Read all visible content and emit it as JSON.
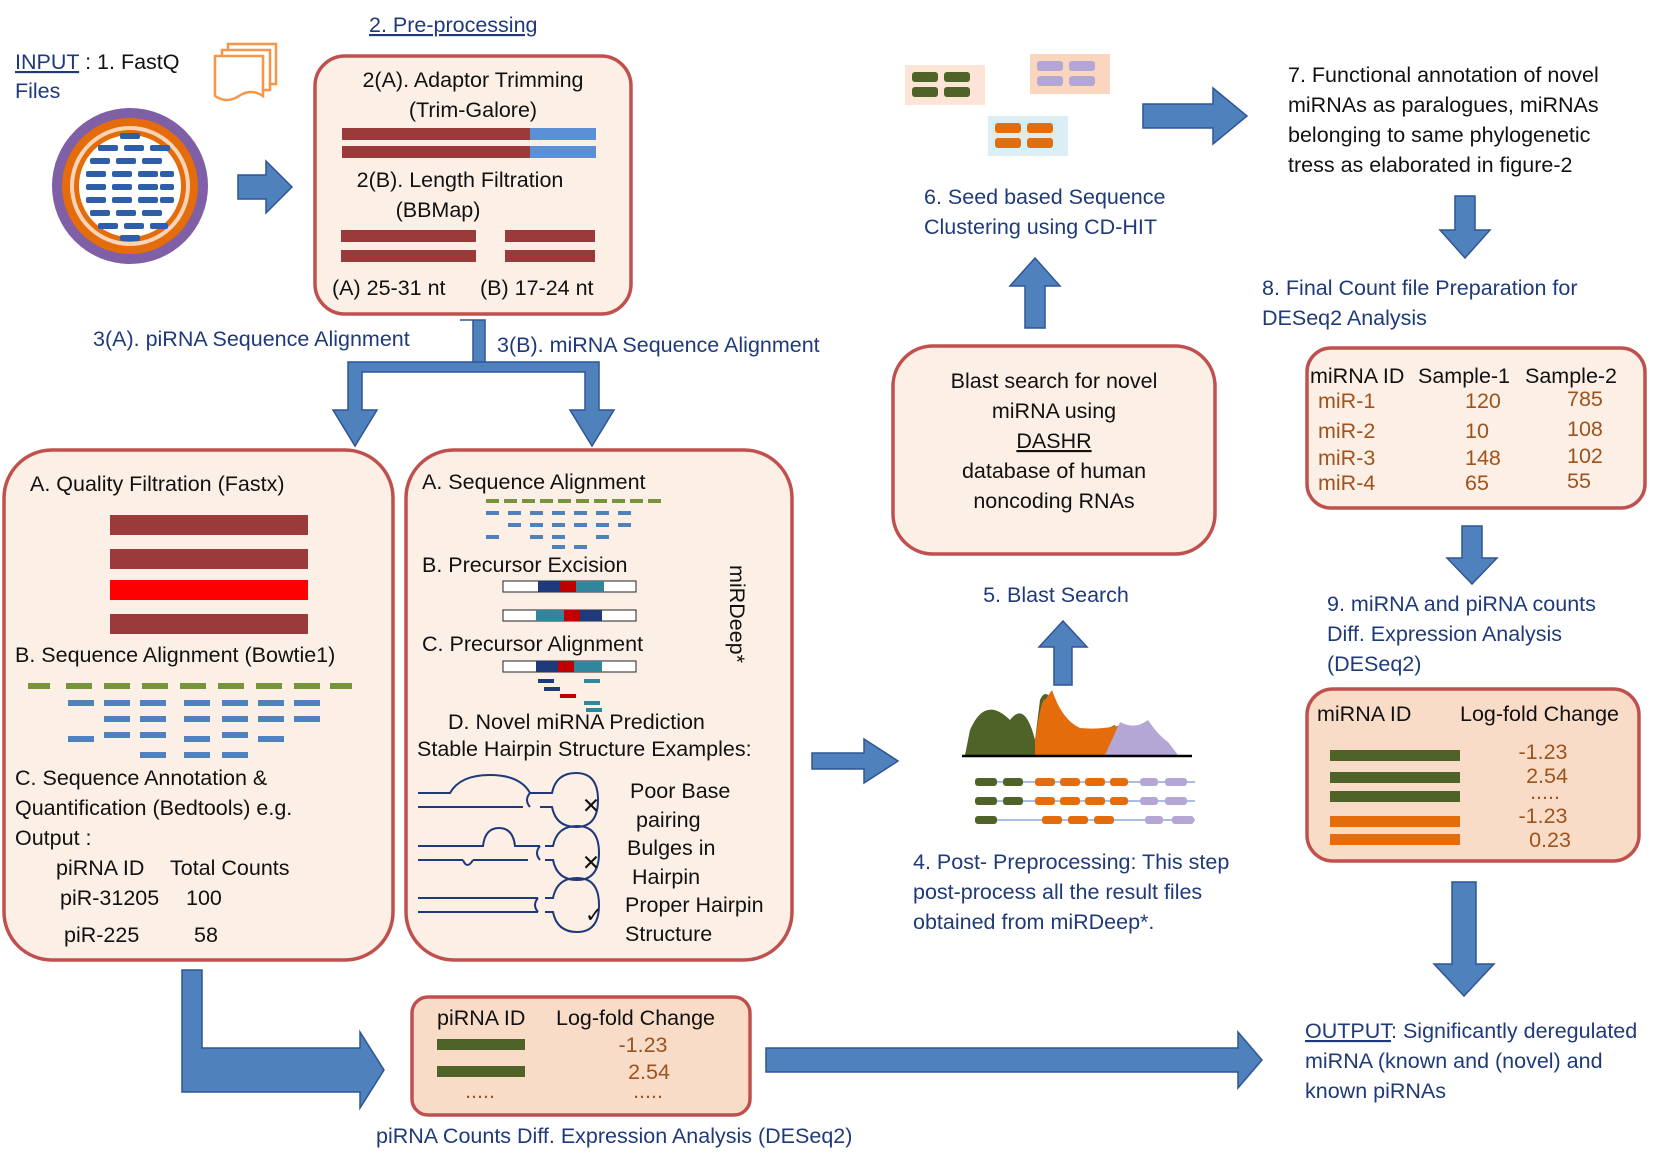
{
  "colors": {
    "box_border": "#c0504d",
    "box_fill": "#fcefe6",
    "arrow": "#4f81bd",
    "read_dark": "#9b3a3a",
    "read_bright": "#ff0000",
    "adaptor": "#5b8fd6",
    "olive": "#4f6228",
    "orange": "#e46c0a",
    "lavender": "#b4a7d6",
    "label_blue": "#1f3a7a",
    "value_brown": "#a0521b"
  },
  "input": {
    "label_underlined": "INPUT",
    "label_rest": ": 1. FastQ",
    "label_line2": "Files",
    "file_icon": "stacked-files-icon",
    "cell_icon": "sequencing-flowcell-icon"
  },
  "preprocessing": {
    "title": "2. Pre-processing",
    "trim_line1": "2(A). Adaptor Trimming",
    "trim_line2": "(Trim-Galore)",
    "filter_line1": "2(B). Length Filtration",
    "filter_line2": "(BBMap)",
    "range_a": "(A) 25-31 nt",
    "range_b": "(B) 17-24 nt"
  },
  "branches": {
    "pirna": "3(A). piRNA Sequence Alignment",
    "mirna": "3(B). miRNA Sequence Alignment"
  },
  "pirna_box": {
    "quality": "A. Quality Filtration (Fastx)",
    "alignment": "B. Sequence Alignment (Bowtie1)",
    "annot_line1": "C. Sequence Annotation &",
    "annot_line2": "Quantification (Bedtools) e.g.",
    "annot_line3": "Output :",
    "col_id": "piRNA ID",
    "col_counts": "Total Counts",
    "rows": [
      {
        "id": "piR-31205",
        "count": "100"
      },
      {
        "id": "piR-225",
        "count": "58"
      }
    ]
  },
  "mirna_box": {
    "seq_align": "A. Sequence Alignment",
    "excision": "B. Precursor Excision",
    "prec_align": "C. Precursor Alignment",
    "novel": "D. Novel miRNA Prediction",
    "hairpin_title": "Stable Hairpin Structure Examples:",
    "tool": "miRDeep*",
    "ex1_line1": "Poor Base",
    "ex1_line2": "pairing",
    "ex2_line1": "Bulges in",
    "ex2_line2": "Hairpin",
    "ex3_line1": "Proper Hairpin",
    "ex3_line2": "Structure",
    "cross_symbol": "✕",
    "check_symbol": "✓"
  },
  "pirna_de": {
    "col_id": "piRNA ID",
    "col_lfc": "Log-fold Change",
    "values": [
      "-1.23",
      "2.54",
      "....."
    ],
    "id_dots": ".....",
    "caption": "piRNA Counts Diff. Expression Analysis (DESeq2)"
  },
  "post": {
    "line1": "4. Post- Preprocessing: This step",
    "line2": "post-process all the result files",
    "line3": "obtained from miRDeep*."
  },
  "blast": {
    "label": "5. Blast Search",
    "box_line1": "Blast search for novel",
    "box_line2": "miRNA  using",
    "box_line3": "DASHR",
    "box_line4": "database of  human",
    "box_line5": "noncoding RNAs"
  },
  "cluster": {
    "line1": "6. Seed based Sequence",
    "line2": "Clustering using CD-HIT"
  },
  "annotation": {
    "line1": "7. Functional annotation of novel",
    "line2": "miRNAs as paralogues, miRNAs",
    "line3": "belonging to same phylogenetic",
    "line4": "tress as elaborated in figure-2"
  },
  "count_file": {
    "line1": "8. Final Count file Preparation for",
    "line2": "DESeq2 Analysis",
    "headers": [
      "miRNA ID",
      "Sample-1",
      "Sample-2"
    ],
    "rows": [
      {
        "id": "miR-1",
        "s1": "120",
        "s2": "785"
      },
      {
        "id": "miR-2",
        "s1": "10",
        "s2": "108"
      },
      {
        "id": "miR-3",
        "s1": "148",
        "s2": "102"
      },
      {
        "id": "miR-4",
        "s1": "65",
        "s2": "55"
      }
    ]
  },
  "diff_expr": {
    "line1": "9. miRNA and piRNA counts",
    "line2": "Diff. Expression Analysis",
    "line3": "(DESeq2)",
    "col_id": "miRNA ID",
    "col_lfc": "Log-fold Change",
    "values": [
      "-1.23",
      "2.54",
      ".....",
      "-1.23",
      "0.23"
    ]
  },
  "output": {
    "label_underlined": "OUTPUT",
    "line1_rest": ":  Significantly  deregulated",
    "line2": "miRNA  (known  and  (novel)  and",
    "line3": "known piRNAs"
  }
}
